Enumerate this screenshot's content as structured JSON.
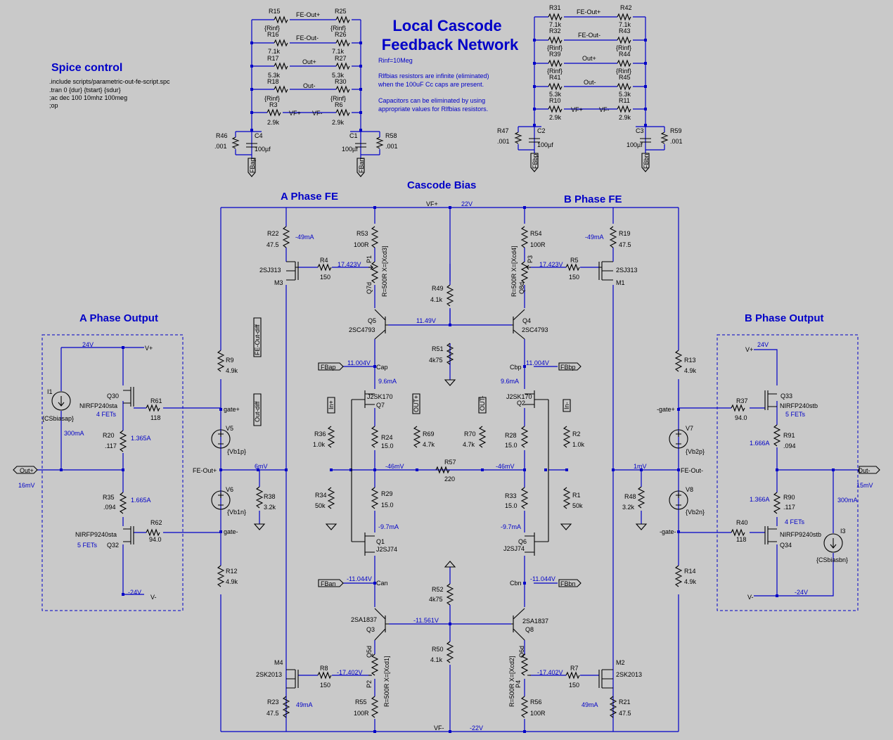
{
  "titles": {
    "main1": "Local Cascode",
    "main2": "Feedback Network",
    "spice_control": "Spice control",
    "a_phase_fe": "A Phase FE",
    "b_phase_fe": "B Phase FE",
    "cascode_bias": "Cascode Bias",
    "a_phase_output": "A Phase Output",
    "b_phase_output": "B Phase Output"
  },
  "spice": [
    ".include scripts/parametric-out-fe-script.spc",
    ".tran 0 {dur} {tstart} {sdur}",
    ";ac dec 100 10mhz 100meg",
    ";op"
  ],
  "notes": {
    "rinf": "Rinf=10Meg",
    "n1": "Rlfbias resistors are infinite (eliminated)",
    "n2": "when the 100uF Cc caps are present.",
    "n3": "Capacitors can be eliminated by using",
    "n4": "appropriate values for Rlfbias resistors."
  },
  "labels": {
    "R15": "R15",
    "R25": "R25",
    "R16": "R16",
    "R26": "R26",
    "R17": "R17",
    "R27": "R27",
    "R18": "R18",
    "R30": "R30",
    "R3": "R3",
    "R6": "R6",
    "rinf": "{Rinf}",
    "v7_1k": "7.1k",
    "v5_3k": "5.3k",
    "v2_9k": "2.9k",
    "FE_Out_p": "FE-Out+",
    "FE_Out_m": "FE-Out-",
    "Out_p": "Out+",
    "Out_m": "Out-",
    "VF_p": "VF+",
    "VF_m": "VF-",
    "R46": "R46",
    "R58": "R58",
    "C4": "C4",
    "C1": "C1",
    "v001": ".001",
    "v100uf": "100µf",
    "FBap": "FBap",
    "FBan": "FBan",
    "FBbp": "FBbp",
    "FBbn": "FBbn",
    "R31": "R31",
    "R42": "R42",
    "R32": "R32",
    "R43": "R43",
    "R39": "R39",
    "R44": "R44",
    "R41": "R41",
    "R45": "R45",
    "R10": "R10",
    "R11": "R11",
    "R47": "R47",
    "R59": "R59",
    "C2": "C2",
    "C3": "C3",
    "v22V": "22V",
    "vm22V": "-22V",
    "R22": "R22",
    "R19": "R19",
    "v47_5": "47.5",
    "m49mA": "-49mA",
    "p49mA": "49mA",
    "R53": "R53",
    "R54": "R54",
    "v100R": "100R",
    "xcd3": "R=500R X=[Xcd3]",
    "xcd4": "R=500R X=[Xcd4]",
    "xcd1": "R=500R X=[Xcd1]",
    "xcd2": "R=500R X=[Xcd2]",
    "P1": "P1",
    "P3": "P3",
    "P2": "P2",
    "P4": "P4",
    "Q7d": "Q7d",
    "Q8d": "Q8d",
    "Q5d": "Q5d",
    "Q6d": "Q6d",
    "R4": "R4",
    "R5": "R5",
    "v150": "150",
    "v17423": "17.423V",
    "vm17402": "-17.402V",
    "sj313": "2SJ313",
    "M3": "M3",
    "M1": "M1",
    "sk2013": "2SK2013",
    "M4": "M4",
    "M2": "M2",
    "R49": "R49",
    "v4_1k": "4.1k",
    "R51": "R51",
    "R52": "R52",
    "v4k75": "4k75",
    "R50": "R50",
    "Q5": "Q5",
    "Q4": "Q4",
    "c4793": "2SC4793",
    "v1149": "11.49V",
    "v11004": "11.004V",
    "vm11044": "-11.044V",
    "Cap": "Cap",
    "Cbp": "Cbp",
    "Can": "Can",
    "Cbn": "Cbn",
    "v96mA": "9.6mA",
    "vm97mA": "-9.7mA",
    "sk170": "J2SK170",
    "Q7": "Q7",
    "Q2": "Q2",
    "sj74": "J2SJ74",
    "Q1": "Q1",
    "Q6": "Q6",
    "In_p": "In+",
    "In_m": "In-",
    "OUT_p": "OUT+",
    "OUT_m": "OUT-",
    "R36": "R36",
    "R34": "R34",
    "R2": "R2",
    "R1": "R1",
    "v1_0k": "1.0k",
    "v50k": "50k",
    "R24": "R24",
    "R28": "R28",
    "R29": "R29",
    "R33": "R33",
    "v15_0": "15.0",
    "R69": "R69",
    "R70": "R70",
    "v4_7k": "4.7k",
    "R57": "R57",
    "v220": "220",
    "vm46mV": "-46mV",
    "R9": "R9",
    "R12": "R12",
    "R13": "R13",
    "R14": "R14",
    "v4_9k": "4.9k",
    "V5": "V5",
    "V6": "V6",
    "V7": "V7",
    "V8": "V8",
    "Vb1p": "{Vb1p}",
    "Vb1n": "{Vb1n}",
    "Vb2p": "{Vb2p}",
    "Vb2n": "{Vb2n}",
    "gate_p": "gate+",
    "gate_m": "gate-",
    "mgate_p": "-gate+",
    "mgate_m": "-gate-",
    "FE_Out_p_node": "FE-Out+",
    "FE_Out_m_node": "FE-Out-",
    "v6mV": "6mV",
    "v1mV": "1mV",
    "R38": "R38",
    "R48": "R48",
    "v3_2k": "3.2k",
    "FE_Out_diff": "FE-Out-diff",
    "Out_diff": "Out-diff",
    "a1837": "2SA1837",
    "Q3": "Q3",
    "Q8": "Q8",
    "vm11561": "-11.561V",
    "R8": "R8",
    "R7": "R7",
    "R23": "R23",
    "R21": "R21",
    "R55": "R55",
    "R56": "R56",
    "v24V": "24V",
    "vm24V": "-24V",
    "Vp": "V+",
    "Vm": "V-",
    "I1": "I1",
    "I3": "I3",
    "CSbiasap": "{CSbiasap}",
    "CSbiasbn": "{CSbiasbn}",
    "Q30": "Q30",
    "Q33": "Q33",
    "Q32": "Q32",
    "Q34": "Q34",
    "nirf240a": "NIRFP240sta",
    "nirf240b": "NIRFP240stb",
    "nirf9240a": "NIRFP9240sta",
    "nirf9240b": "NIRFP9240stb",
    "f4": "4 FETs",
    "f5": "5 FETs",
    "R61": "R61",
    "v118": "118",
    "R62": "R62",
    "v94_0": "94.0",
    "R37": "R37",
    "R40": "R40",
    "R20": "R20",
    "v117": ".117",
    "R35": "R35",
    "v094": ".094",
    "R91": "R91",
    "R90": "R90",
    "a1365": "1.365A",
    "a1665": "1.665A",
    "a1666": "1.666A",
    "a1366": "1.366A",
    "m300": "300mA",
    "outp": "Out+",
    "outm": "Out-",
    "v16mV": "16mV",
    "v15mV": "15mV"
  },
  "colors": {
    "wire": "#0000c8",
    "background": "#c9c9c9",
    "component": "#000000"
  }
}
